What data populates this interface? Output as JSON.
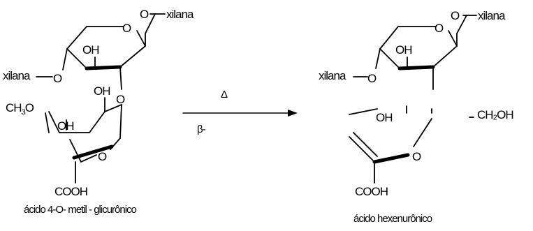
{
  "left": {
    "xylan_top": "xilana",
    "xylan_left": "xilana",
    "ring_o1": "O",
    "gly_o_top": "O",
    "oh_top": "OH",
    "o_link_left": "O",
    "oh_mid": "OH",
    "o_bridge": "O",
    "ch3o_ch": "CH",
    "ch3o_sub": "3",
    "ch3o_o": "O",
    "oh_low": "OH",
    "ring_o2": "O",
    "cooh": "COOH",
    "name": "ácido 4-O- metil - glicurônico"
  },
  "arrow": {
    "above": "Δ",
    "below": "β-"
  },
  "right": {
    "xylan_top": "xilana",
    "xylan_left": "xilana",
    "ring_o1": "O",
    "gly_o_top": "O",
    "oh_top": "OH",
    "o_link_left": "O",
    "ch2oh": "CH₂OH",
    "oh_partial": "OH",
    "ring_o2": "O",
    "cooh": "COOH",
    "name": "ácido hexenurônico"
  }
}
